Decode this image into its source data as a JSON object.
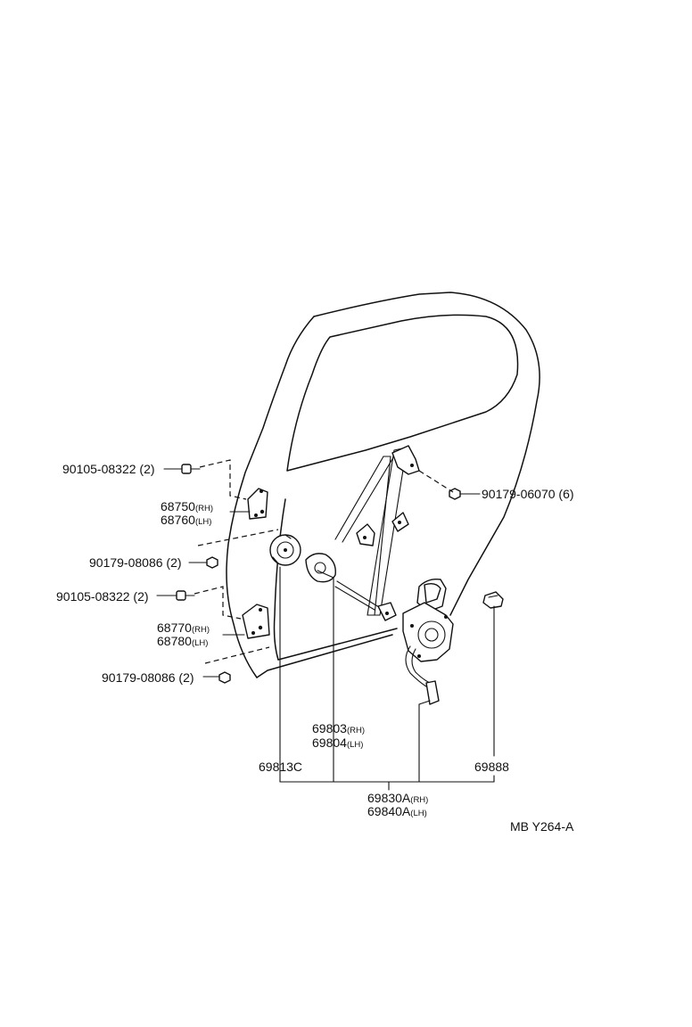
{
  "diagram_code": "MB Y264-A",
  "labels": {
    "p90105_top": {
      "number": "90105-08322",
      "qty": "(2)"
    },
    "p90179_right": {
      "number": "90179-06070",
      "qty": "(6)"
    },
    "p68750": {
      "number": "68750",
      "side": "(RH)"
    },
    "p68760": {
      "number": "68760",
      "side": "(LH)"
    },
    "p90179_a": {
      "number": "90179-08086",
      "qty": "(2)"
    },
    "p90105_mid": {
      "number": "90105-08322",
      "qty": "(2)"
    },
    "p68770": {
      "number": "68770",
      "side": "(RH)"
    },
    "p68780": {
      "number": "68780",
      "side": "(LH)"
    },
    "p90179_b": {
      "number": "90179-08086",
      "qty": "(2)"
    },
    "p69803": {
      "number": "69803",
      "side": "(RH)"
    },
    "p69804": {
      "number": "69804",
      "side": "(LH)"
    },
    "p69813C": {
      "number": "69813C"
    },
    "p69888": {
      "number": "69888"
    },
    "p69830A": {
      "number": "69830A",
      "side": "(RH)"
    },
    "p69840A": {
      "number": "69840A",
      "side": "(LH)"
    }
  }
}
